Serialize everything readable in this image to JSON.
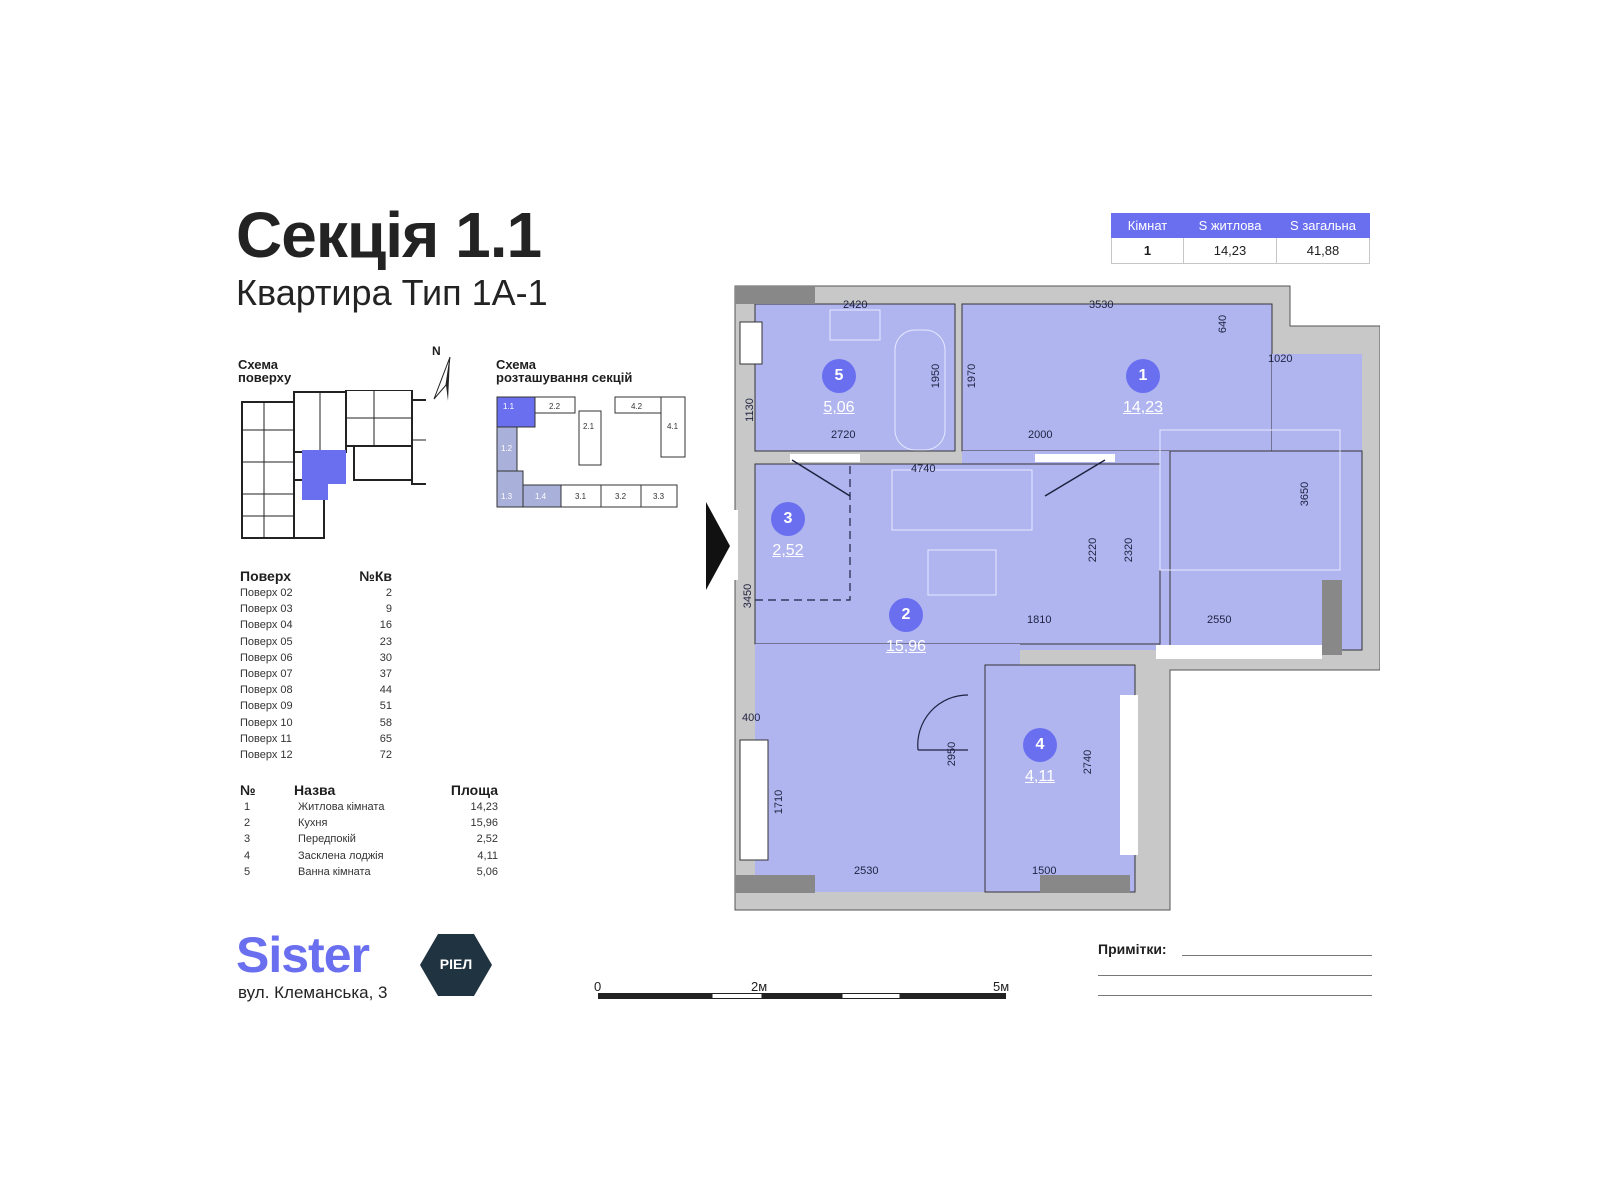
{
  "header": {
    "title": "Секція 1.1",
    "subtitle": "Квартира Тип 1А-1"
  },
  "summary_table": {
    "headers": [
      "Кімнат",
      "S житлова",
      "S загальна"
    ],
    "values": [
      "1",
      "14,23",
      "41,88"
    ]
  },
  "floor_scheme": {
    "label_line1": "Схема",
    "label_line2": "поверху",
    "north": "N"
  },
  "section_scheme": {
    "label_line1": "Схема",
    "label_line2": "розташування секцій",
    "sections": [
      "1.1",
      "1.2",
      "1.3",
      "1.4",
      "2.1",
      "2.2",
      "3.1",
      "3.2",
      "3.3",
      "4.1",
      "4.2"
    ],
    "highlight_color": "#6a6ff0",
    "secondary_color": "#a9b0d9"
  },
  "floors_table": {
    "headers": [
      "Поверх",
      "№Кв"
    ],
    "rows": [
      [
        "Поверх 02",
        "2"
      ],
      [
        "Поверх 03",
        "9"
      ],
      [
        "Поверх 04",
        "16"
      ],
      [
        "Поверх 05",
        "23"
      ],
      [
        "Поверх 06",
        "30"
      ],
      [
        "Поверх 07",
        "37"
      ],
      [
        "Поверх 08",
        "44"
      ],
      [
        "Поверх 09",
        "51"
      ],
      [
        "Поверх 10",
        "58"
      ],
      [
        "Поверх 11",
        "65"
      ],
      [
        "Поверх 12",
        "72"
      ]
    ]
  },
  "rooms_table": {
    "headers": [
      "№",
      "Назва",
      "Площа"
    ],
    "rows": [
      [
        "1",
        "Житлова кімната",
        "14,23"
      ],
      [
        "2",
        "Кухня",
        "15,96"
      ],
      [
        "3",
        "Передпокій",
        "2,52"
      ],
      [
        "4",
        "Засклена лоджія",
        "4,11"
      ],
      [
        "5",
        "Ванна кімната",
        "5,06"
      ]
    ]
  },
  "plan": {
    "fill_color": "#b0b5ef",
    "badge_color": "#6a6ff0",
    "wall_color": "#c8c8c8",
    "rooms": [
      {
        "num": "1",
        "area": "14,23"
      },
      {
        "num": "2",
        "area": "15,96"
      },
      {
        "num": "3",
        "area": "2,52"
      },
      {
        "num": "4",
        "area": "4,11"
      },
      {
        "num": "5",
        "area": "5,06"
      }
    ],
    "dimensions": {
      "d2420": "2420",
      "d3530": "3530",
      "d640": "640",
      "d1020": "1020",
      "d1950": "1950",
      "d1970": "1970",
      "d1130": "1130",
      "d2720": "2720",
      "d2000": "2000",
      "d4740": "4740",
      "d2220": "2220",
      "d2320": "2320",
      "d3650": "3650",
      "d3450": "3450",
      "d1810": "1810",
      "d2550": "2550",
      "d400": "400",
      "d1710": "1710",
      "d2950": "2950",
      "d2740": "2740",
      "d2530": "2530",
      "d1500": "1500"
    }
  },
  "scale_bar": {
    "start": "0",
    "mid": "2м",
    "end": "5м"
  },
  "brand": {
    "name": "Sister",
    "address": "вул. Клеманська, 3",
    "partner": "РІЕЛ",
    "partner_color": "#1f3340"
  },
  "notes": {
    "label": "Примітки:"
  }
}
